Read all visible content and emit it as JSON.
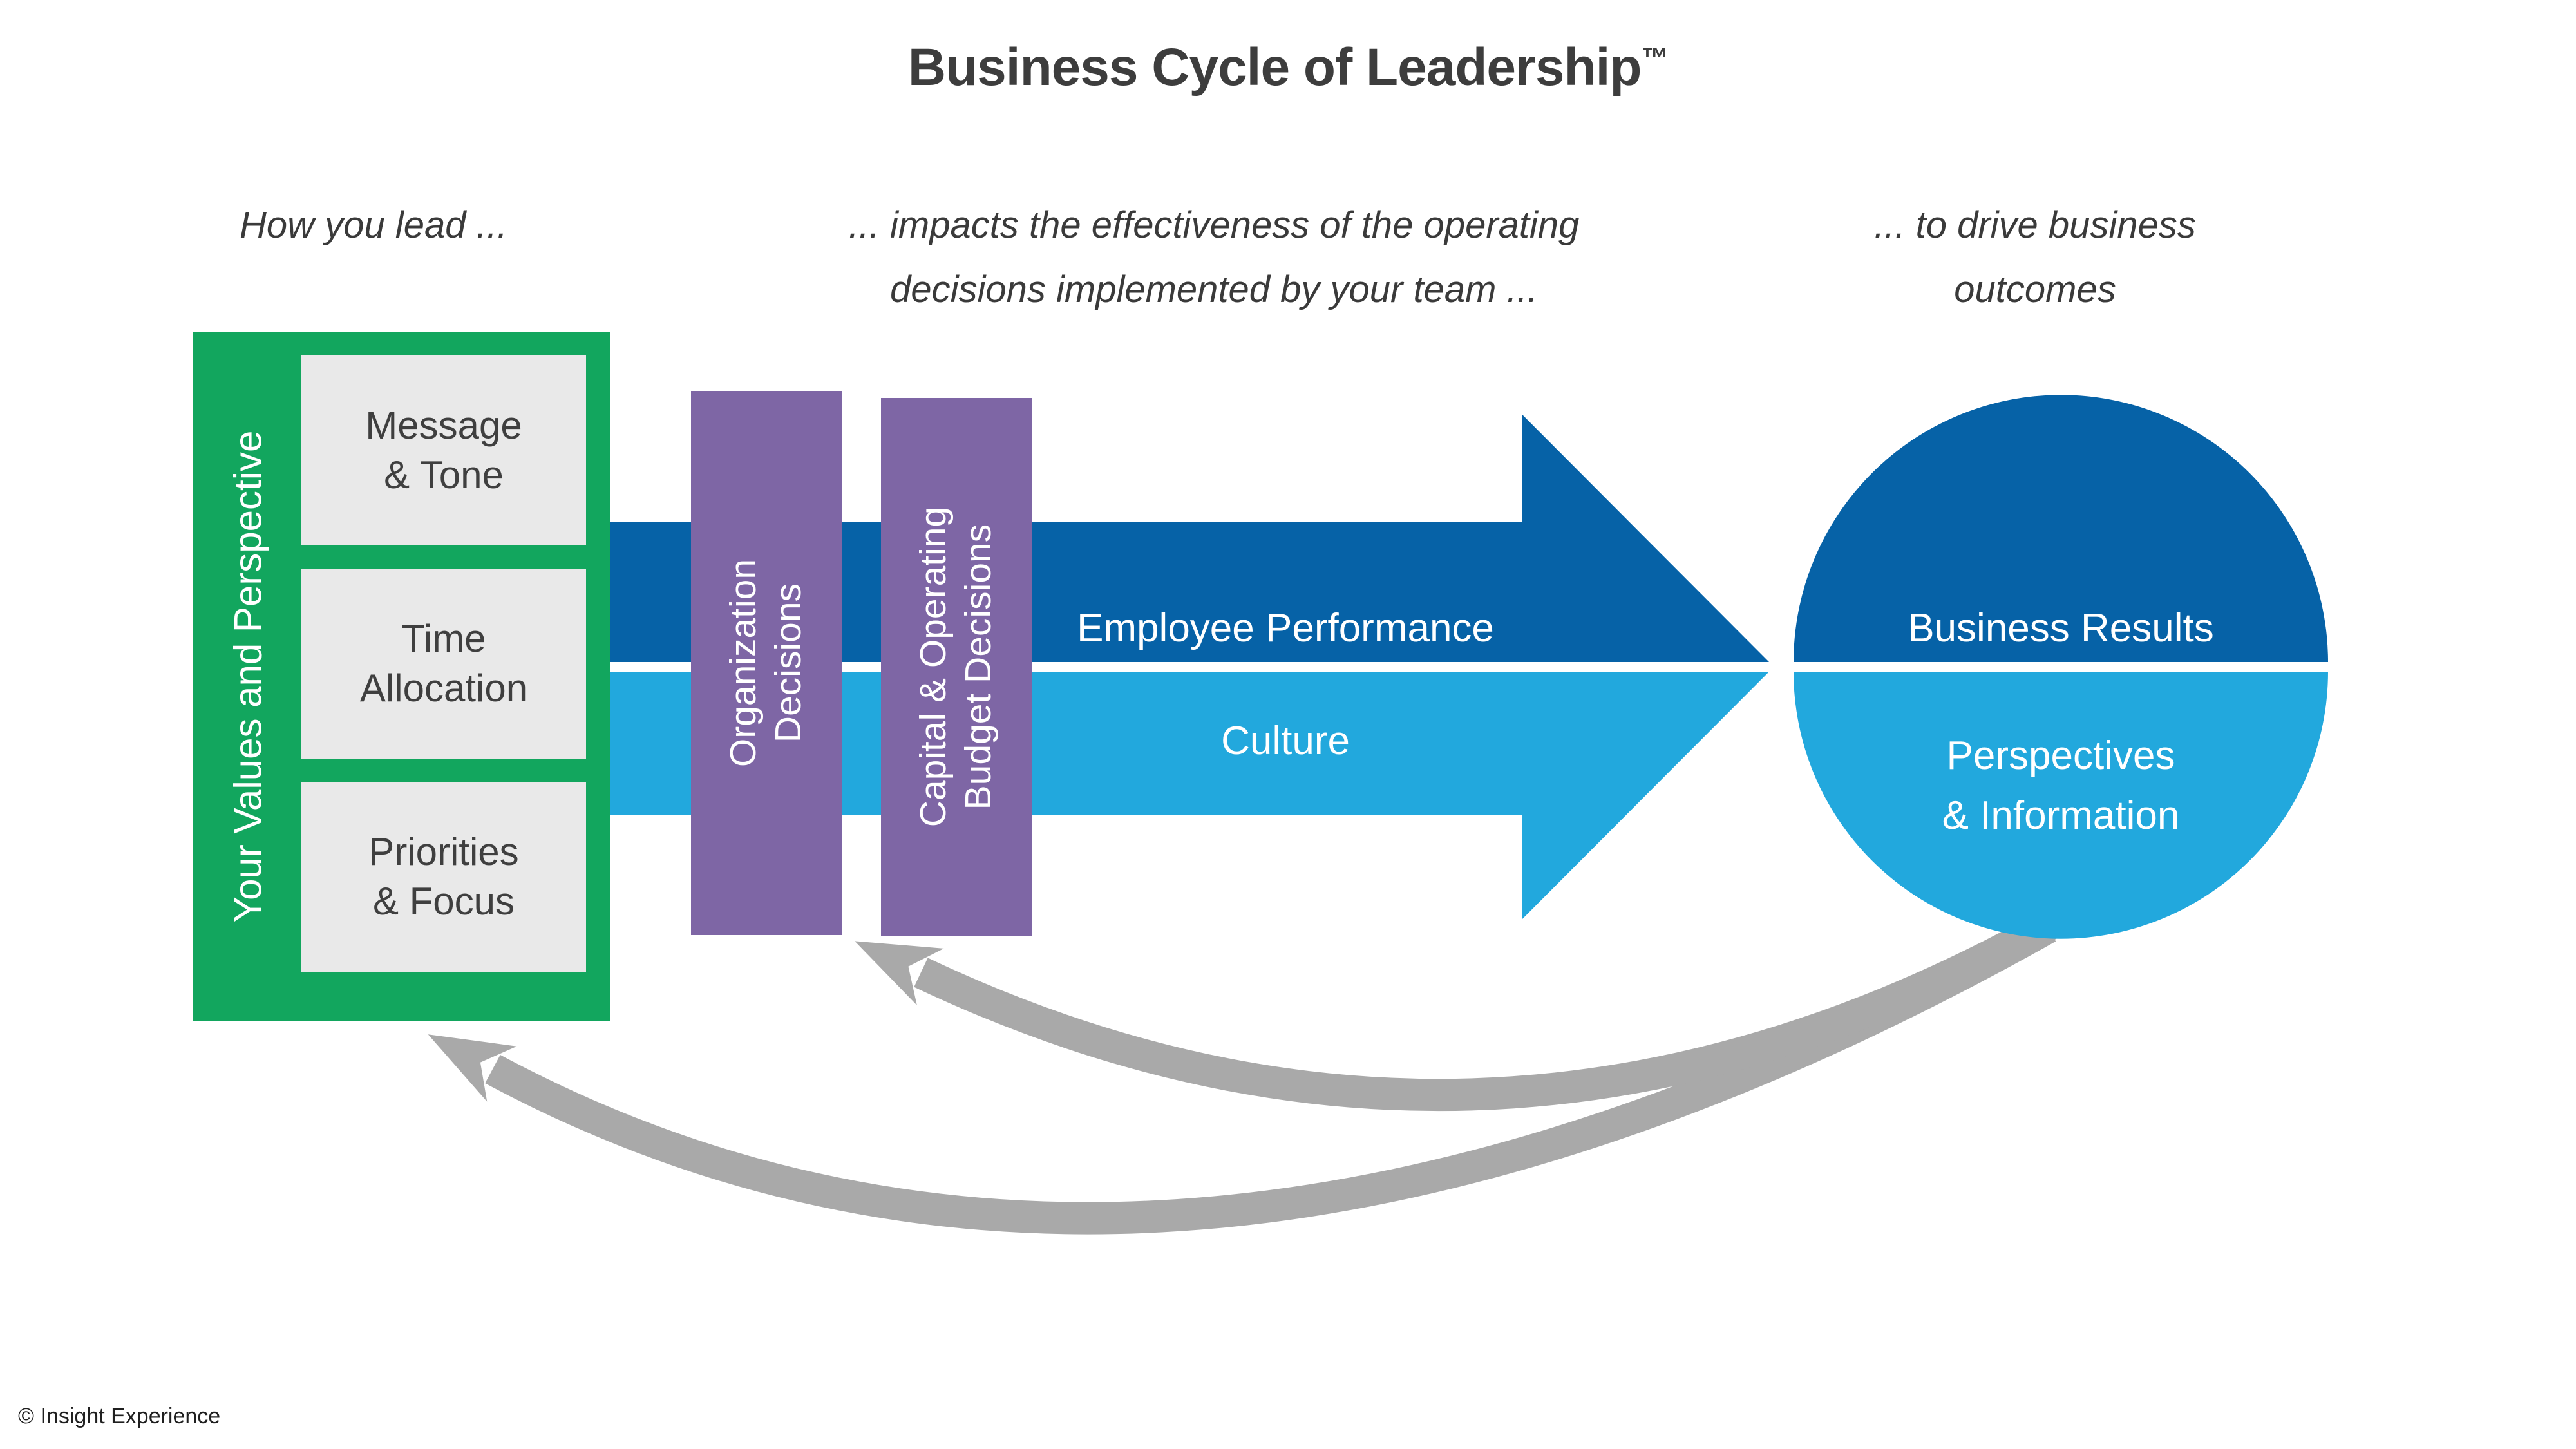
{
  "title": {
    "text": "Business Cycle of Leadership",
    "trademark": "™"
  },
  "headers": {
    "left": "How you lead ...",
    "middle_line1": "... impacts the effectiveness of the operating",
    "middle_line2": "decisions implemented by your team ...",
    "right_line1": "... to drive business",
    "right_line2": "outcomes"
  },
  "values_panel": {
    "label": "Your Values and Perspective",
    "items": [
      {
        "lines": [
          "Message",
          "& Tone"
        ]
      },
      {
        "lines": [
          "Time",
          "Allocation"
        ]
      },
      {
        "lines": [
          "Priorities",
          "& Focus"
        ]
      }
    ]
  },
  "decision_columns": [
    {
      "lines": [
        "Organization",
        "Decisions"
      ]
    },
    {
      "lines": [
        "Capital & Operating",
        "Budget Decisions"
      ]
    }
  ],
  "flow_arrow": {
    "top_label": "Employee Performance",
    "bottom_label": "Culture"
  },
  "outcome_circle": {
    "top_label": "Business Results",
    "bottom_lines": [
      "Perspectives",
      "& Information"
    ]
  },
  "footer": {
    "copyright": "© Insight Experience"
  },
  "colors": {
    "green": "#12a65e",
    "dark_blue": "#0662a7",
    "light_blue": "#22a8dd",
    "purple": "#7e66a5",
    "feedback_gray": "#a9a9a9",
    "panel_gray": "#e9e9e9",
    "text_dark": "#3f3f3f"
  }
}
